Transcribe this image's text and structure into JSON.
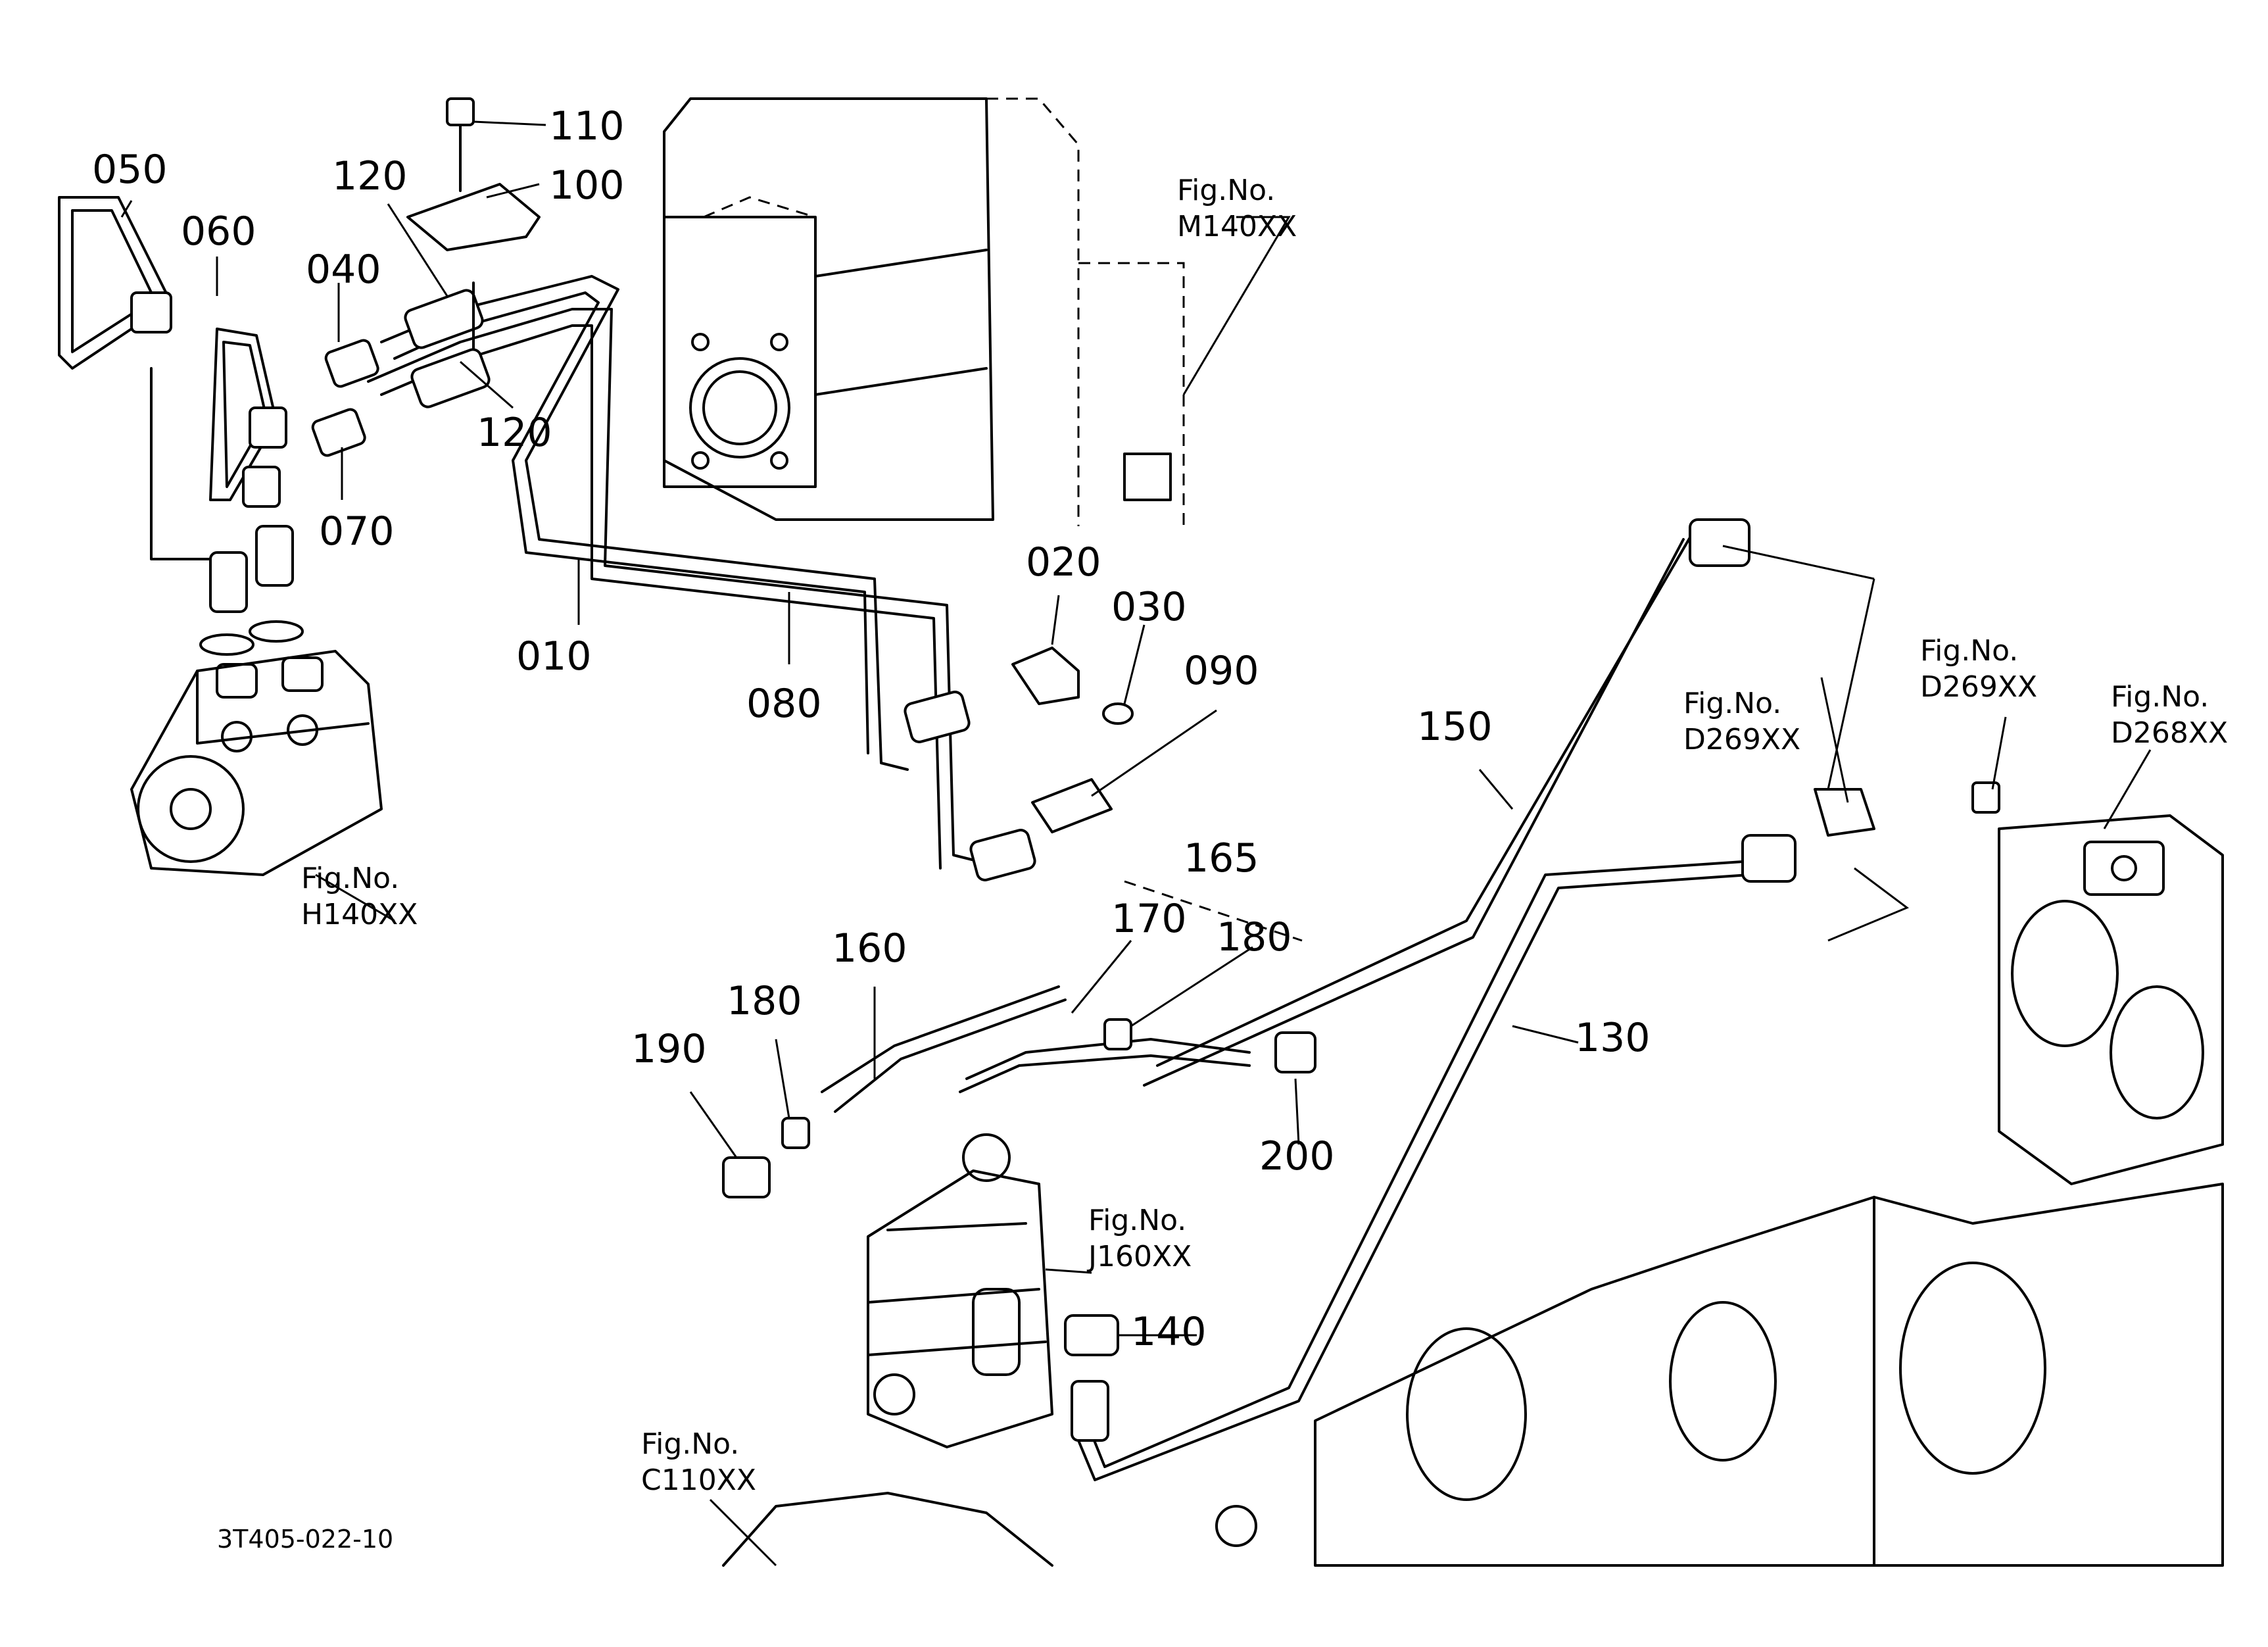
{
  "parts": [
    {
      "id": "p050",
      "number": "050"
    },
    {
      "id": "p060",
      "number": "060"
    },
    {
      "id": "p040",
      "number": "040"
    },
    {
      "id": "p120a",
      "number": "120"
    },
    {
      "id": "p110",
      "number": "110"
    },
    {
      "id": "p100",
      "number": "100"
    },
    {
      "id": "p120b",
      "number": "120"
    },
    {
      "id": "p070",
      "number": "070"
    },
    {
      "id": "p010",
      "number": "010"
    },
    {
      "id": "p080",
      "number": "080"
    },
    {
      "id": "p020",
      "number": "020"
    },
    {
      "id": "p030",
      "number": "030"
    },
    {
      "id": "p090",
      "number": "090"
    },
    {
      "id": "p150",
      "number": "150"
    },
    {
      "id": "p165",
      "number": "165"
    },
    {
      "id": "p170",
      "number": "170"
    },
    {
      "id": "p180a",
      "number": "180"
    },
    {
      "id": "p160",
      "number": "160"
    },
    {
      "id": "p180b",
      "number": "180"
    },
    {
      "id": "p190",
      "number": "190"
    },
    {
      "id": "p200",
      "number": "200"
    },
    {
      "id": "p130",
      "number": "130"
    },
    {
      "id": "p140",
      "number": "140"
    }
  ],
  "figure_refs": [
    {
      "id": "fig-m140",
      "label": "Fig.No.",
      "code": "M140XX"
    },
    {
      "id": "fig-h140",
      "label": "Fig.No.",
      "code": "H140XX"
    },
    {
      "id": "fig-d269a",
      "label": "Fig.No.",
      "code": "D269XX"
    },
    {
      "id": "fig-d269b",
      "label": "Fig.No.",
      "code": "D269XX"
    },
    {
      "id": "fig-d268",
      "label": "Fig.No.",
      "code": "D268XX"
    },
    {
      "id": "fig-j160",
      "label": "Fig.No.",
      "code": "J160XX"
    },
    {
      "id": "fig-c110",
      "label": "Fig.No.",
      "code": "C110XX"
    }
  ],
  "drawing_id": "3T405-022-10"
}
